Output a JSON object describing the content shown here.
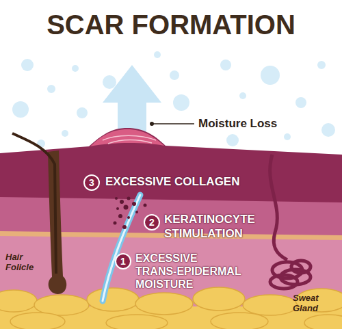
{
  "diagram": {
    "title": "SCAR FORMATION",
    "labels": [
      "Moisture Loss",
      "3",
      "EXCESSIVE COLLAGEN",
      "2",
      "KERATINOCYTE STIMULATION",
      "1",
      "EXCESSIVE TRANS-EPIDERMAL MOISTURE",
      "Hair Folicle",
      "Sweat Gland"
    ]
  }
}
